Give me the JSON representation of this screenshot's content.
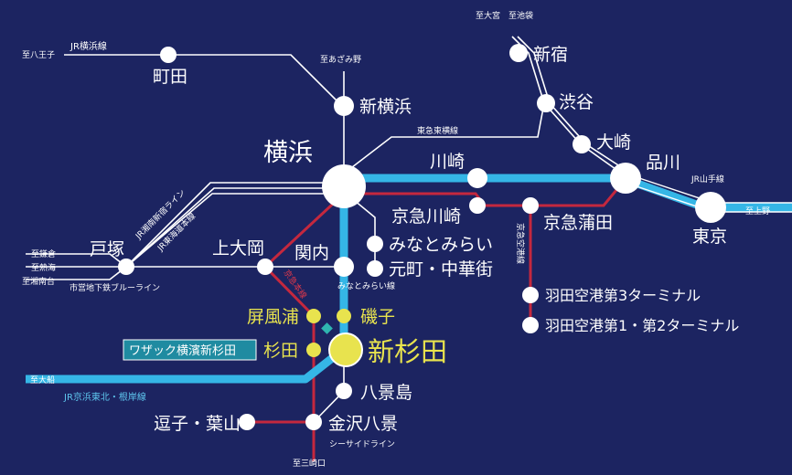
{
  "colors": {
    "background": "#1c2461",
    "jr_keihin_tohoku": "#35b6e6",
    "keikyu": "#c4283e",
    "gray_lines": "#ffffff",
    "highlight": "#e8e34e",
    "tag_background": "#1f8ba1"
  },
  "stations": {
    "machida": "町田",
    "shin_yokohama": "新横浜",
    "yokohama": "横浜",
    "kawasaki": "川崎",
    "shinagawa": "品川",
    "tokyo": "東京",
    "shinjuku": "新宿",
    "shibuya": "渋谷",
    "osaki": "大崎",
    "keikyu_kawasaki": "京急川崎",
    "keikyu_kamata": "京急蒲田",
    "minatomirai": "みなとみらい",
    "motomachi": "元町・中華街",
    "haneda_t3": "羽田空港第3ターミナル",
    "haneda_t12": "羽田空港第1・第2ターミナル",
    "totsuka": "戸塚",
    "kamiooka": "上大岡",
    "kannai": "関内",
    "byobugaura": "屏風浦",
    "isogo": "磯子",
    "sugita": "杉田",
    "shin_sugita": "新杉田",
    "hakkeijima": "八景島",
    "kanazawa_hakkei": "金沢八景",
    "zushi_hayama": "逗子・葉山"
  },
  "destinations": {
    "hachioji": "至八王子",
    "azamino": "至あざみ野",
    "omiya_ikebukuro": "至大宮　至池袋",
    "ueno": "至上野",
    "kamakura": "至鎌倉",
    "atami": "至熱海",
    "shonandai": "至湘南台",
    "ofuna": "至大船",
    "misakiguchi": "至三崎口"
  },
  "line_labels": {
    "jr_yokohama": "JR横浜線",
    "tokyu_toyoko": "東急東横線",
    "jr_yamanote": "JR山手線",
    "shonan_shinjuku": "JR湘南新宿ライン",
    "tokaido": "JR東海道本線",
    "blue_line": "市営地下鉄ブルーライン",
    "minatomirai_line": "みなとみらい線",
    "keikyu_main": "京急本線",
    "keikyu_airport": "京急空港線",
    "keihin_negishi": "JR京浜東北・根岸線",
    "seaside": "シーサイドライン"
  },
  "property": {
    "name": "ワザック横濱新杉田"
  }
}
